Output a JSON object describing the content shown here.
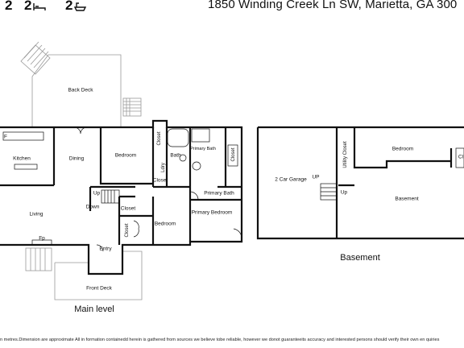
{
  "header": {
    "beds_count": "2",
    "baths_count": "2",
    "bed_icon": "bed-icon",
    "bath_icon": "bathtub-icon",
    "address": "1850 Winding Creek Ln SW, Marietta, GA 300"
  },
  "main_level": {
    "title": "Main level",
    "rooms": {
      "back_deck": "Back Deck",
      "kitchen": "Kitchen",
      "dining": "Dining",
      "bedroom_upper": "Bedroom",
      "closet_top": "Closet",
      "bath": "Bath",
      "ldry": "Ldry",
      "closet_small": "Closet",
      "primary_bath_upper": "Primary Bath",
      "closet_right": "Closet",
      "primary_bath": "Primary Bath",
      "primary_bedroom": "Primary Bedroom",
      "up": "Up",
      "down": "Down",
      "closet_mid": "Closet",
      "living": "Living",
      "closet_lower": "Closet",
      "bedroom_lower": "Bedroom",
      "fp": "Fp",
      "entry": "Entry",
      "front_deck": "Front Deck",
      "fridge_mark": "F"
    }
  },
  "basement": {
    "title": "Basement",
    "rooms": {
      "garage": "2 Car Garage",
      "up_left": "UP",
      "utility_closet": "Utility Closet",
      "bedroom": "Bedroom",
      "up_right": "Up",
      "basement": "Basement",
      "closet_edge": "Cl"
    }
  },
  "disclaimer": "n metres.Dimension are approximate All in formation containedd herein is gathered from sources we believe tobe reliable, however we donot guaranteeits accuracy and interested persons should verify their own en quiries"
}
